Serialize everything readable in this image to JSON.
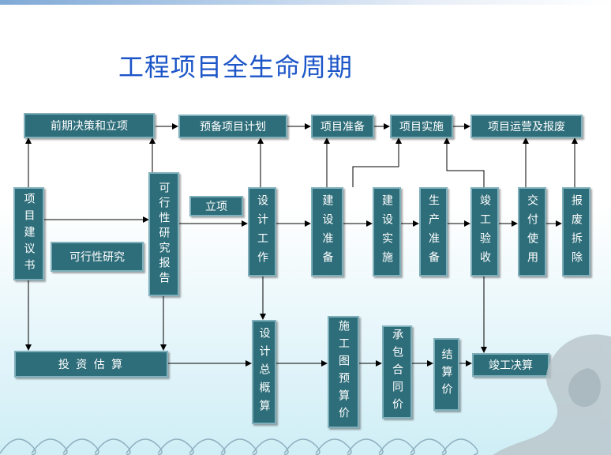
{
  "title": "工程项目全生命周期",
  "top_row": {
    "pre_decision": "前期决策和立项",
    "prep_plan": "预备项目计划",
    "project_prep": "项目准备",
    "project_impl": "项目实施",
    "operation_demolition": "项目运营及报废"
  },
  "middle_row": {
    "proposal": "项目建议书",
    "feasibility_study": "可行性研究",
    "feasibility_report": "可行性研究报告",
    "approval": "立项",
    "design_work": "设计工作",
    "construction_prep": "建设准备",
    "construction_impl": "建设实施",
    "production_prep": "生产准备",
    "completion_acceptance": "竣工验收",
    "handover_use": "交付使用",
    "scrap_demolish": "报废拆除"
  },
  "bottom_row": {
    "investment_estimate": "投 资 估 算",
    "design_budget": "设计总概算",
    "construction_drawing_budget": "施工图预算价",
    "contract_price": "承包合同价",
    "settlement_price": "结算价",
    "final_account": "竣工决算"
  },
  "colors": {
    "box_fill": "#2e6e7a",
    "box_border": "#7fb0bb",
    "title": "#1c55c8",
    "line": "#000000"
  }
}
